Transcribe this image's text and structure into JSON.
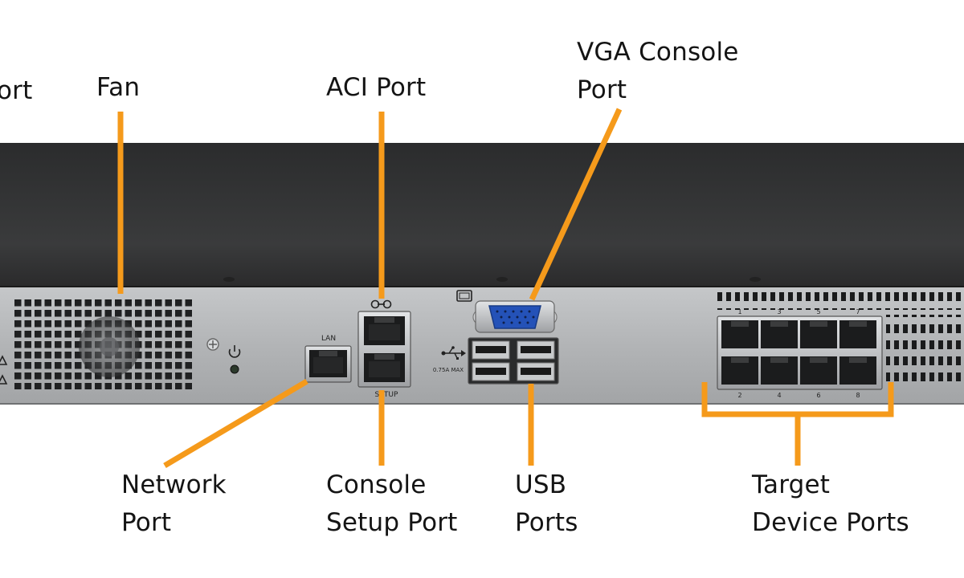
{
  "colors": {
    "accent": "#f59a1b",
    "top_cover": "#323334",
    "faceplate": "#b4b6b8",
    "label_text": "#141414"
  },
  "callouts": {
    "port_partial": "ort",
    "fan": "Fan",
    "aci_port": "ACI Port",
    "vga_console_port": [
      "VGA Console",
      "Port"
    ],
    "network_port": [
      "Network",
      "Port"
    ],
    "console_setup_port": [
      "Console",
      "Setup Port"
    ],
    "usb_ports": [
      "USB",
      "Ports"
    ],
    "target_device_ports": [
      "Target",
      "Device Ports"
    ]
  },
  "panel_labels": {
    "lan": "LAN",
    "setup": "SETUP",
    "usb_rating": "0.75A MAX",
    "port_numbers_top": [
      "1",
      "3",
      "5",
      "7"
    ],
    "port_numbers_bottom": [
      "2",
      "4",
      "6",
      "8"
    ]
  },
  "icons": [
    "fan-icon",
    "ground-screw-icon",
    "power-icon",
    "warning-icon",
    "aci-link-icon",
    "usb-icon",
    "monitor-icon"
  ]
}
